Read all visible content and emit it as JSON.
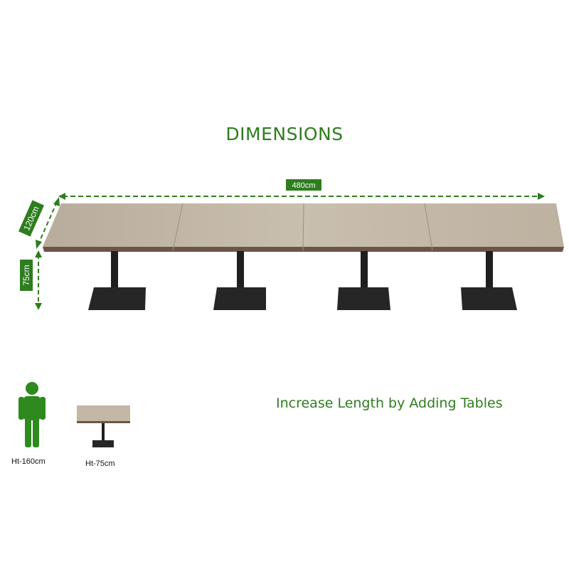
{
  "title": "DIMENSIONS",
  "dimensions": {
    "length_label": "480cm",
    "depth_label": "120cm",
    "height_label": "75cm"
  },
  "tagline": "Increase Length by Adding Tables",
  "comparison": {
    "person_caption": "Ht-160cm",
    "table_caption": "Ht-75cm"
  },
  "colors": {
    "accent_green": "#2e7d1e",
    "tabletop": "#c3b7a5",
    "table_edge": "#6a5647",
    "metal": "#1f1f1f"
  },
  "icons": [
    "person-icon",
    "arrow-head-icon"
  ]
}
